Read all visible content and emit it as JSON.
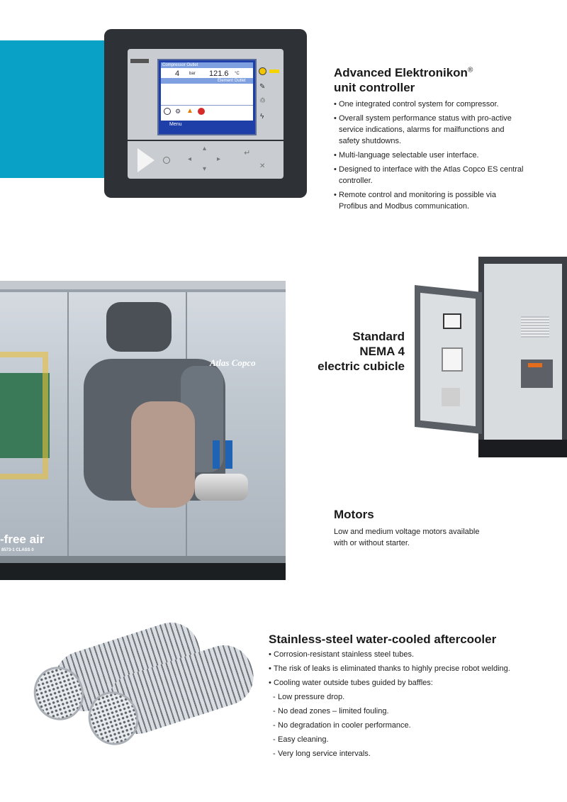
{
  "controller": {
    "title_line1": "Advanced Elektronikon",
    "title_reg": "®",
    "title_line2": "unit controller",
    "bullets": [
      "One integrated control system for compressor.",
      "Overall system performance status with pro-active service indications, alarms for mailfunctions and safety shutdowns.",
      "Multi-language selectable user interface.",
      "Designed to interface with the Atlas Copco ES central controller.",
      "Remote control and monitoring is possible via Profibus and Modbus communication."
    ],
    "screen": {
      "top_label": "Compressor Outlet",
      "pressure_value": "4",
      "pressure_unit": "bar",
      "temp_value": "121.6",
      "temp_unit": "°C",
      "element_label": "Element Outlet",
      "menu_label": "Menu"
    }
  },
  "cubicle": {
    "line1": "Standard",
    "line2": "NEMA 4",
    "line3": "electric cubicle"
  },
  "compressor": {
    "brand_text": "Atlas Copco",
    "side_text1": "-free air",
    "side_text2": "8573-1 CLASS 0"
  },
  "motors": {
    "title": "Motors",
    "text_line1": "Low and medium voltage motors available",
    "text_line2": "with or without starter."
  },
  "aftercooler": {
    "title": "Stainless-steel water-cooled aftercooler",
    "bullets": [
      "Corrosion-resistant stainless steel tubes.",
      "The risk of leaks is eliminated thanks to highly precise robot welding.",
      "Cooling water outside tubes guided by baffles:"
    ],
    "sub_items": [
      "Low pressure drop.",
      "No dead zones – limited fouling.",
      "No degradation in cooler performance.",
      "Easy cleaning.",
      "Very long service intervals."
    ]
  },
  "colors": {
    "teal": "#0aa1c6",
    "panel_dark": "#2e3136",
    "screen_blue": "#1e3fa8"
  }
}
